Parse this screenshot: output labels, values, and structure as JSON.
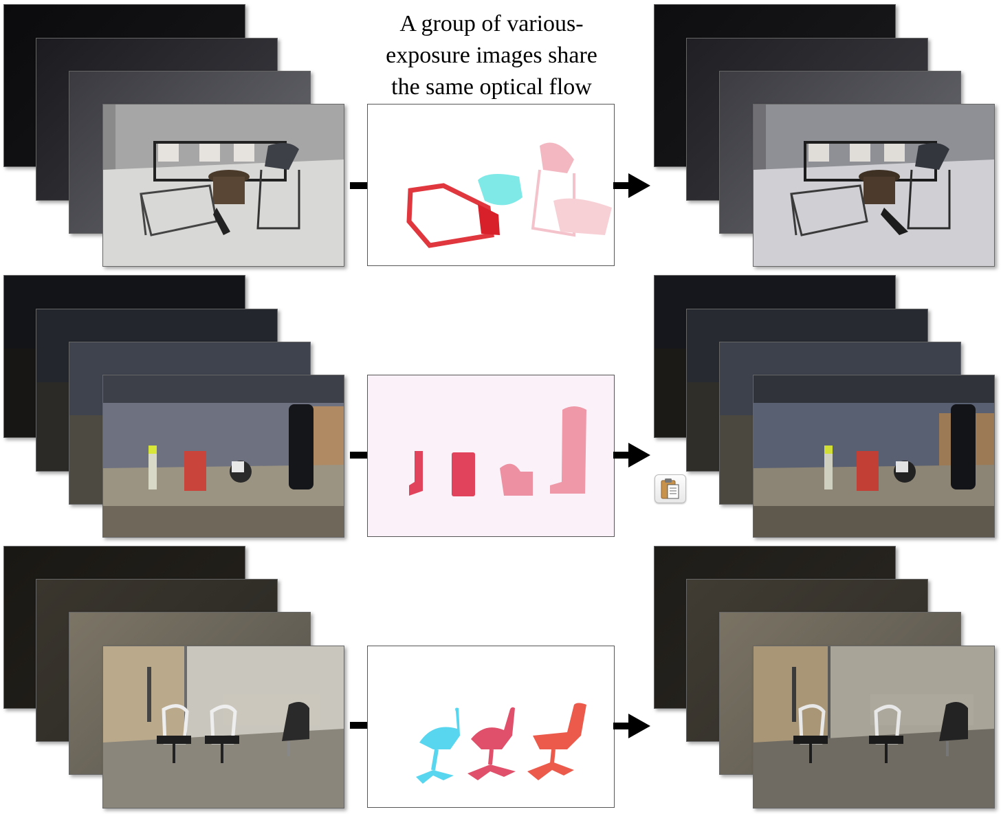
{
  "caption": {
    "line1": "A group of various-",
    "line2": "exposure images share",
    "line3": "the same optical flow"
  },
  "rows": [
    {
      "scene": "lounge chairs and table",
      "flow_colors": [
        "#e0363e",
        "#7fe9e8",
        "#f2b7c0"
      ]
    },
    {
      "scene": "objects on desk",
      "flow_colors": [
        "#e2435c",
        "#e2435c",
        "#ec90a2",
        "#ee98a8"
      ]
    },
    {
      "scene": "office chairs",
      "flow_colors": [
        "#58d6ef",
        "#e0506a",
        "#ec5a4c"
      ]
    }
  ],
  "paste_icon": "clipboard-icon"
}
